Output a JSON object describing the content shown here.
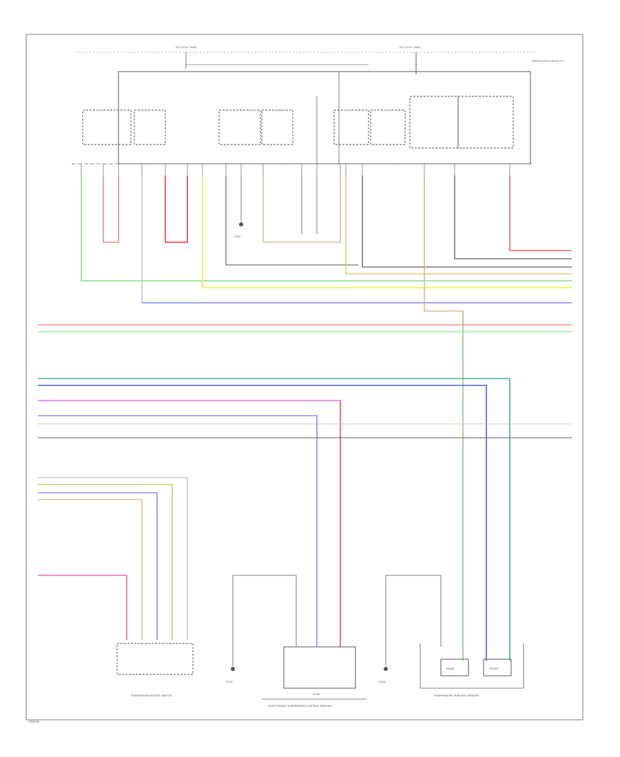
{
  "diagram": {
    "footer_code": "W00000",
    "colors": {
      "green": "#7ee37e",
      "pink": "#f08a8a",
      "red": "#ee3333",
      "yellow": "#f2ee2a",
      "tan": "#d8c39a",
      "blue": "#8c8cf2",
      "magenta": "#ee66ee",
      "teal": "#3ab09a",
      "navy": "#4a5ae8",
      "gray": "#9a9a9a",
      "olive": "#b8d860",
      "dark": "#333333"
    },
    "relay_box_label": "UNDERHOOD FUSE BLOCK",
    "fuse_top_left": "HOT AT ALL TIMES",
    "fuse_top_right": "HOT AT ALL TIMES",
    "ground_left": "G101",
    "module_center_title": "ECM",
    "module_center_caption": "ELECTRONIC SUSPENSION CONTROL MODULE",
    "ground_center": "G102",
    "ground_right": "G103",
    "module_right_a": "REAR",
    "module_right_b": "FRONT",
    "module_right_caption": "SUSPENSION LEVELING SENSOR",
    "switch_left_caption": "SUSPENSION ADJUST SWITCH"
  }
}
